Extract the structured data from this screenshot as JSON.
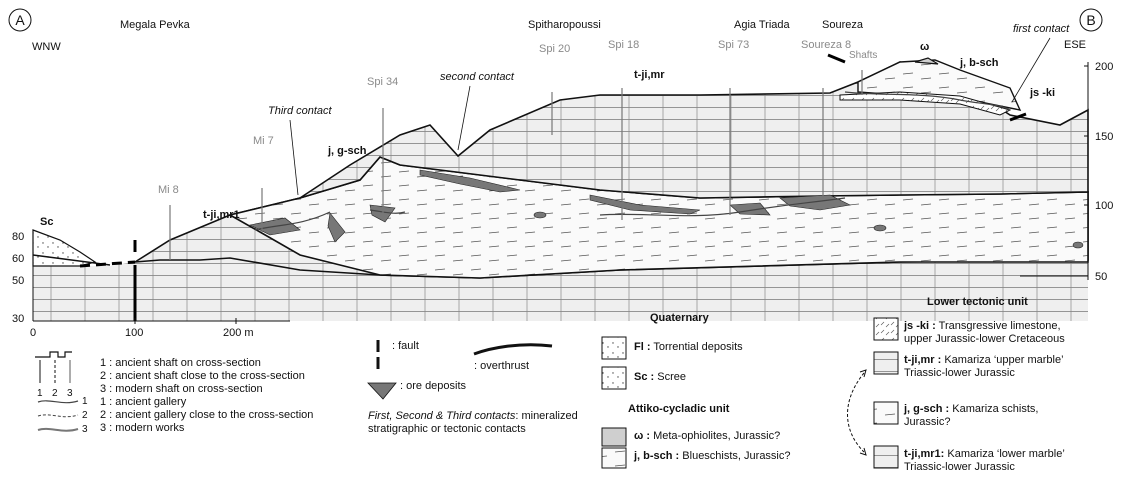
{
  "section": {
    "end_a": "A",
    "end_b": "B",
    "dir_left": "WNW",
    "dir_right": "ESE",
    "localities": [
      "Megala Pevka",
      "Spitharopoussi",
      "Agia Triada",
      "Soureza"
    ],
    "left_ticks": [
      "80",
      "60",
      "50",
      "30"
    ],
    "right_ticks": [
      "200",
      "150",
      "100",
      "50"
    ],
    "bottom_ticks": [
      "0",
      "100",
      "200 m"
    ],
    "shafts": [
      "Mi 8",
      "Mi 7",
      "Spi 34",
      "Spi 20",
      "Spi 18",
      "Spi 73",
      "Soureza 8",
      "Shafts"
    ],
    "units": {
      "sc": "Sc",
      "tjimr1": "t-ji,mr1",
      "jgsch": "j, g-sch",
      "tjimr": "t-ji,mr",
      "omega": "ω",
      "jbsch": "j, b-sch",
      "jski": "js -ki"
    },
    "contacts": {
      "first": "first contact",
      "second": "second contact",
      "third": "Third contact"
    }
  },
  "legend": {
    "shaft_items": [
      "1 : ancient shaft on cross-section",
      "2 : ancient shaft close to the cross-section",
      "3 : modern shaft on cross-section"
    ],
    "shaft_nums": [
      "1",
      "2",
      "3"
    ],
    "gallery_items": [
      "1 :  ancient gallery",
      "2 : ancient gallery close to the cross-section",
      "3 : modern works"
    ],
    "gallery_nums": [
      "1",
      "2",
      "3"
    ],
    "fault": ": fault",
    "overthrust": ": overthrust",
    "ore": ": ore deposits",
    "contacts_title": "First, Second & Third contacts",
    "contacts_desc": ": mineralized stratigraphic or tectonic contacts",
    "quaternary": {
      "title": "Quaternary",
      "fl_code": "Fl :",
      "fl_desc": " Torrential deposits",
      "sc_code": "Sc :",
      "sc_desc": " Scree"
    },
    "attiko": {
      "title": "Attiko-cycladic unit",
      "omega_code": "ω :",
      "omega_desc": " Meta-ophiolites, Jurassic?",
      "bsch_code": "j, b-sch :",
      "bsch_desc": " Blueschists, Jurassic?"
    },
    "lower": {
      "title": "Lower tectonic unit",
      "jski_code": "js -ki :",
      "jski_desc1": " Transgressive limestone,",
      "jski_desc2": "upper Jurassic-lower Cretaceous",
      "tjimr_code": "t-ji,mr :",
      "tjimr_desc1": " Kamariza ‘upper marble’",
      "tjimr_desc2": "Triassic-lower Jurassic",
      "gsch_code": "j, g-sch :",
      "gsch_desc1": " Kamariza schists,",
      "gsch_desc2": "Jurassic?",
      "tjimr1_code": "t-ji,mr1:",
      "tjimr1_desc1": " Kamariza ‘lower marble’",
      "tjimr1_desc2": "Triassic-lower Jurassic"
    }
  }
}
